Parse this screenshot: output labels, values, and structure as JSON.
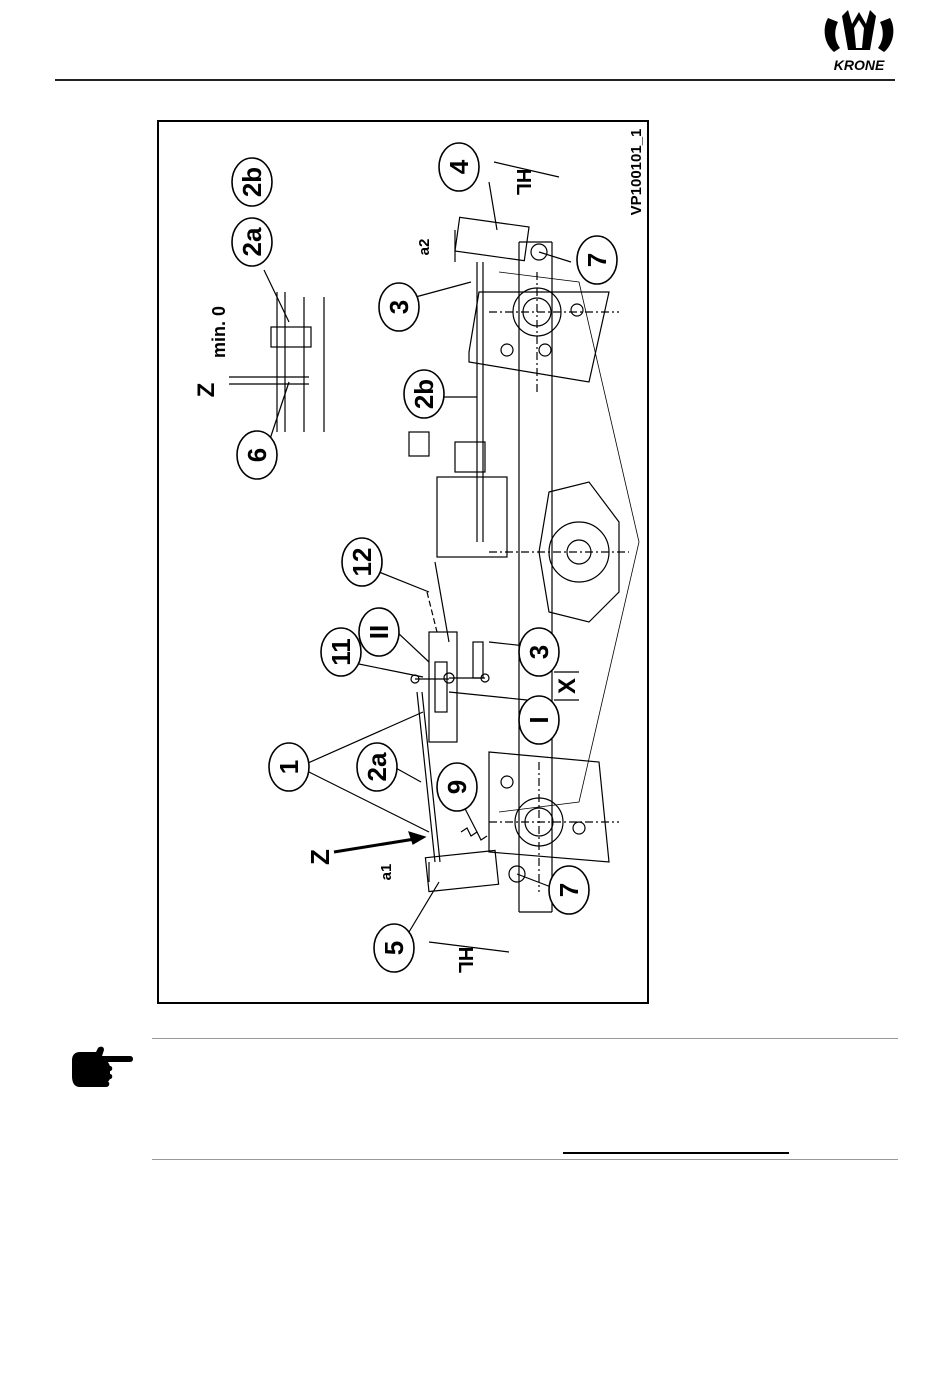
{
  "header": {
    "brand": "KRONE",
    "logo_icon": "krone-crown-logo"
  },
  "figure": {
    "code": "VP100101_1",
    "labels": {
      "l1": "1",
      "l2a_top": "2a",
      "l2b_top": "2b",
      "l2a": "2a",
      "l2b": "2b",
      "l3a": "3",
      "l3b": "3",
      "l4": "4",
      "l5": "5",
      "l6": "6",
      "l7a": "7",
      "l7b": "7",
      "l9": "9",
      "l11": "11",
      "l12": "12",
      "lI": "I",
      "lII": "II"
    },
    "dims": {
      "z_detail": "Z",
      "min": "min. 0",
      "z_arrow": "Z",
      "a1": "a1",
      "a2": "a2",
      "hl_top": "HL",
      "hl_bottom": "HL",
      "x": "X"
    }
  },
  "note": {
    "icon": "pointing-hand-icon"
  },
  "colors": {
    "line": "#000000",
    "rule": "#999999"
  }
}
